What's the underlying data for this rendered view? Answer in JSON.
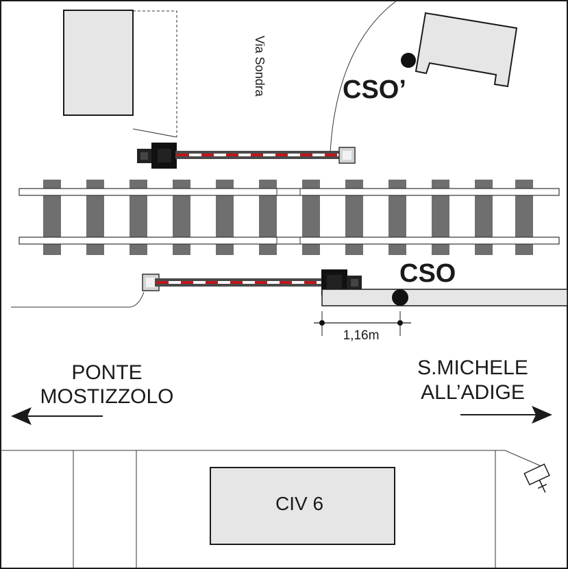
{
  "labels": {
    "street": "Via Sondra",
    "cso_prime": "CSO’",
    "cso": "CSO",
    "distance": "1,16m",
    "left_destination_line1": "PONTE",
    "left_destination_line2": "MOSTIZZOLO",
    "right_destination_line1": "S.MICHELE",
    "right_destination_line2": "ALL’ADIGE",
    "building": "CIV 6"
  },
  "colors": {
    "line": "#1a1a1a",
    "building_fill": "#e6e6e6",
    "sleeper": "#6f6f6f",
    "barrier_stripe": "#c0171d",
    "barrier_body": "#555555"
  }
}
